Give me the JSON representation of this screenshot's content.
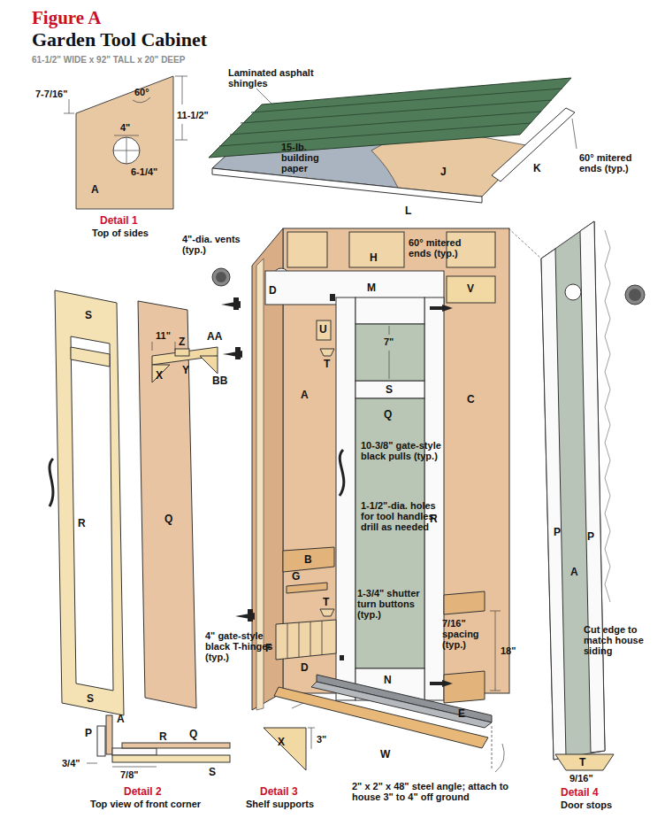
{
  "diagram": {
    "title": "Figure A",
    "labels": [
      "Garden Tool Cabinet",
      "61-1/2\" WIDE x 92\" TALL x 20\" DEEP",
      "7-7/16\"",
      "60°",
      "11-1/2\"",
      "4\"",
      "6-1/4\"",
      "A",
      "Detail 1",
      "Top of sides",
      "Laminated asphalt shingles",
      "15-lb. building paper",
      "J",
      "L",
      "K",
      "60° mitered ends (typ.)",
      "4\"-dia. vents (typ.)",
      "60° mitered ends (typ.)",
      "H",
      "D",
      "M",
      "V",
      "S",
      "11\"",
      "Z",
      "AA",
      "X",
      "Y",
      "BB",
      "U",
      "7\"",
      "T",
      "S",
      "A",
      "Q",
      "C",
      "10-3/8\" gate-style black pulls (typ.)",
      "R",
      "Q",
      "1-1/2\"-dia. holes for tool handles; drill as needed",
      "R",
      "P",
      "P",
      "A",
      "B",
      "G",
      "T",
      "1-3/4\" shutter turn buttons (typ.)",
      "7/16\" spacing (typ.)",
      "18\"",
      "F",
      "D",
      "S",
      "4\" gate-style black T-hinges (typ.)",
      "N",
      "E",
      "Cut edge to match house siding",
      "W",
      "2\" x 2\" x 48\" steel angle; attach to house 3\" to 4\" off ground",
      "P",
      "A",
      "R",
      "Q",
      "3/4\"",
      "7/8\"",
      "S",
      "Detail 2",
      "Top view of front corner",
      "X",
      "3\"",
      "Detail 3",
      "Shelf supports",
      "T",
      "9/16\"",
      "Detail 4",
      "Door stops"
    ]
  }
}
